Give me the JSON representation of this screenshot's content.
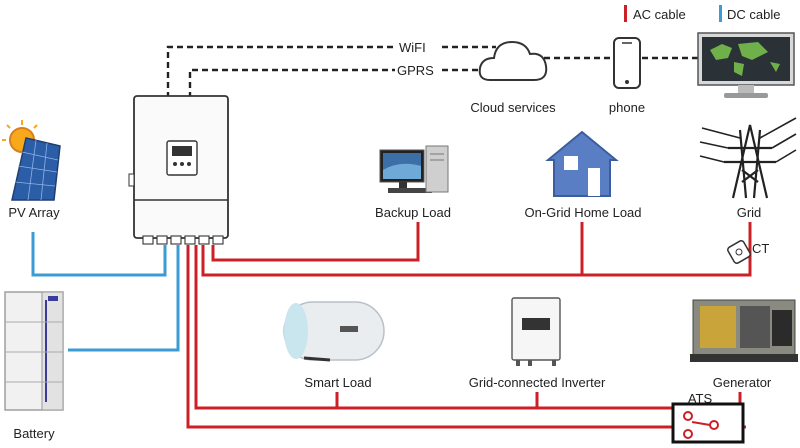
{
  "legend": {
    "ac_label": "AC cable",
    "dc_label": "DC cable",
    "ac_color": "#cc2027",
    "dc_color": "#3b9bd3"
  },
  "comms": {
    "wifi_label": "WiFI",
    "gprs_label": "GPRS"
  },
  "nodes": {
    "cloud": "Cloud services",
    "phone": "phone",
    "pv": "PV Array",
    "battery": "Battery",
    "backup": "Backup Load",
    "home": "On-Grid Home Load",
    "grid": "Grid",
    "ct": "CT",
    "smart": "Smart Load",
    "grid_inverter": "Grid-connected Inverter",
    "generator": "Generator",
    "ats": "ATS"
  },
  "icons": [
    "inverter-icon",
    "cloud-icon",
    "phone-icon",
    "monitor-icon",
    "solar-panel-icon",
    "battery-stack-icon",
    "desktop-pc-icon",
    "house-icon",
    "transmission-tower-icon",
    "ct-clamp-icon",
    "water-heater-icon",
    "string-inverter-icon",
    "generator-icon",
    "ats-switch-icon"
  ]
}
